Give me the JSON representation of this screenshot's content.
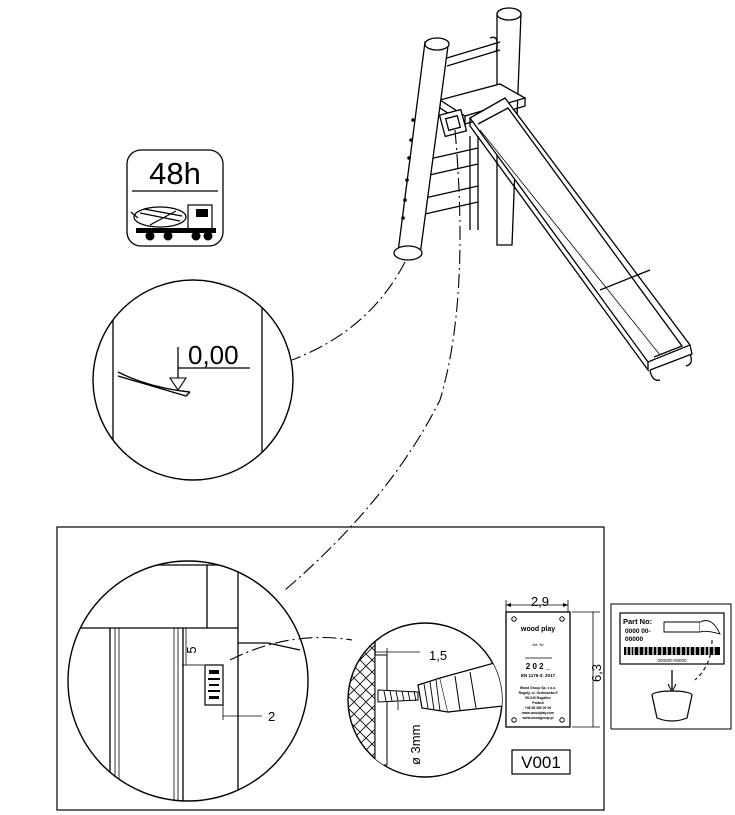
{
  "cure_time": {
    "label": "48h",
    "icon": "concrete-mixer-truck-icon"
  },
  "level_detail": {
    "label": "0,00"
  },
  "mounting_detail": {
    "offset_top": "5",
    "offset_side": "2"
  },
  "drill_detail": {
    "depth": "1,5",
    "drill_diameter": "ø 3mm"
  },
  "plate": {
    "width": "2,9",
    "height": "6,3",
    "code": "V001",
    "logo": "wood play",
    "art_label": "Art. Nr",
    "year": "2 0 2 _",
    "standard": "EN 1176-3: 2017",
    "manufacturer_lines": [
      "Wood Group Sp. z o.o.",
      "Rogaly, ul. Grzhowska 5",
      "55-040 Rogalice",
      "Poland",
      "+48 58 380 00 00",
      "www.woodplay.com",
      "www.woodgroup.pl"
    ]
  },
  "part_label": {
    "title": "Part No:",
    "number_line1": "0000 00-",
    "number_line2": "00000",
    "barcode_text": "000000-00000"
  }
}
